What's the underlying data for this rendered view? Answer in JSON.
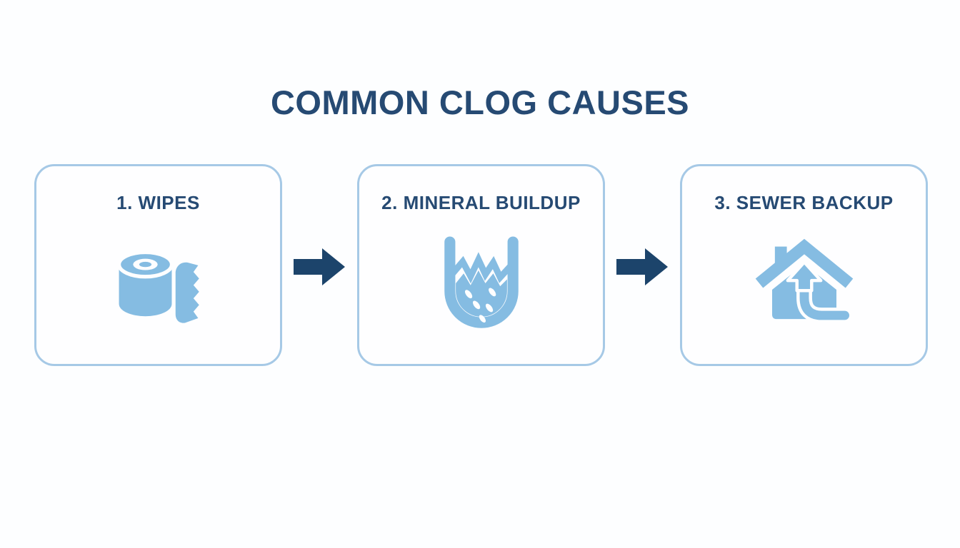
{
  "title": "COMMON CLOG CAUSES",
  "steps": [
    {
      "label": "1. WIPES",
      "icon": "toilet-paper-roll-icon"
    },
    {
      "label": "2. MINERAL BUILDUP",
      "icon": "mineral-buildup-beaker-icon"
    },
    {
      "label": "3. SEWER BACKUP",
      "icon": "house-sewer-backup-icon"
    }
  ],
  "connectors": [
    {
      "icon": "right-arrow-icon"
    },
    {
      "icon": "right-arrow-icon"
    }
  ],
  "colors": {
    "heading_text": "#264a73",
    "icon_fill": "#85bce2",
    "box_border": "#a6c9e6",
    "connector_arrow": "#1c446b",
    "background": "#fdfeff"
  }
}
